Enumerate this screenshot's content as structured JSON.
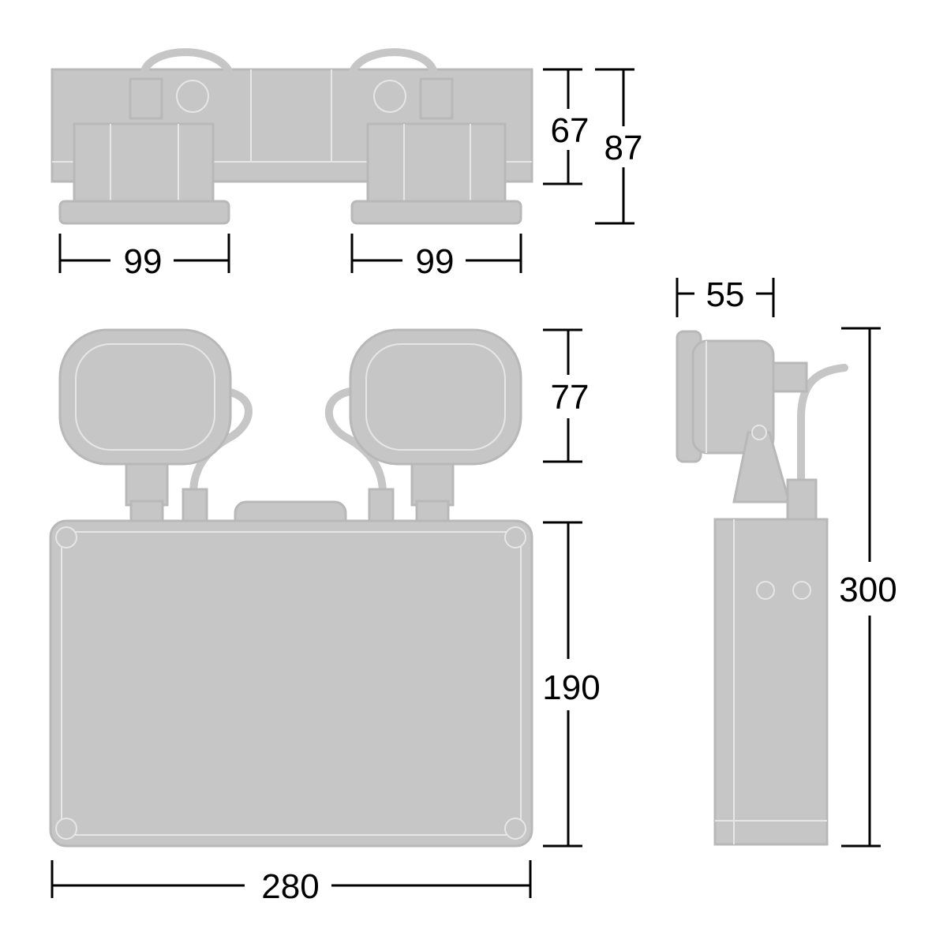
{
  "dimensions": {
    "top_view_height_inner": "67",
    "top_view_height_outer": "87",
    "top_view_head_left_width": "99",
    "top_view_head_right_width": "99",
    "side_view_head_depth": "55",
    "front_view_head_height": "77",
    "front_view_body_height": "190",
    "front_view_body_width": "280",
    "side_view_total_height": "300"
  },
  "colors": {
    "body": "#c6c6c6",
    "highlight": "#e6e6e6",
    "dimension": "#000000",
    "background": "#ffffff"
  }
}
